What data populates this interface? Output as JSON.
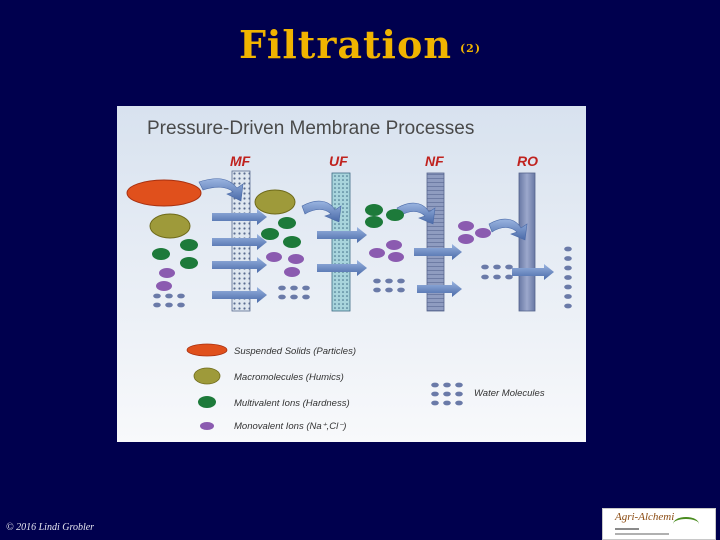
{
  "slide": {
    "title": "Filtration",
    "title_suffix": "(2)",
    "copyright": "© 2016 Lindi Grobler",
    "logo_text": "Agri-Alchemi"
  },
  "diagram": {
    "heading": "Pressure-Driven Membrane Processes",
    "processes": [
      "MF",
      "UF",
      "NF",
      "RO"
    ],
    "legend": {
      "suspended": "Suspended Solids (Particles)",
      "macro": "Macromolecules (Humics)",
      "multivalent": "Multivalent Ions (Hardness)",
      "monovalent": "Monovalent Ions (Na⁺,Cl⁻)",
      "water": "Water Molecules"
    }
  },
  "colors": {
    "background": "#00004e",
    "title": "#f0b400",
    "label_red": "#c0221e",
    "suspended": "#e0501c",
    "macro": "#9e9a3a",
    "multivalent": "#1d7a3a",
    "monovalent": "#8b5bb0",
    "water": "#6a7aa8"
  }
}
